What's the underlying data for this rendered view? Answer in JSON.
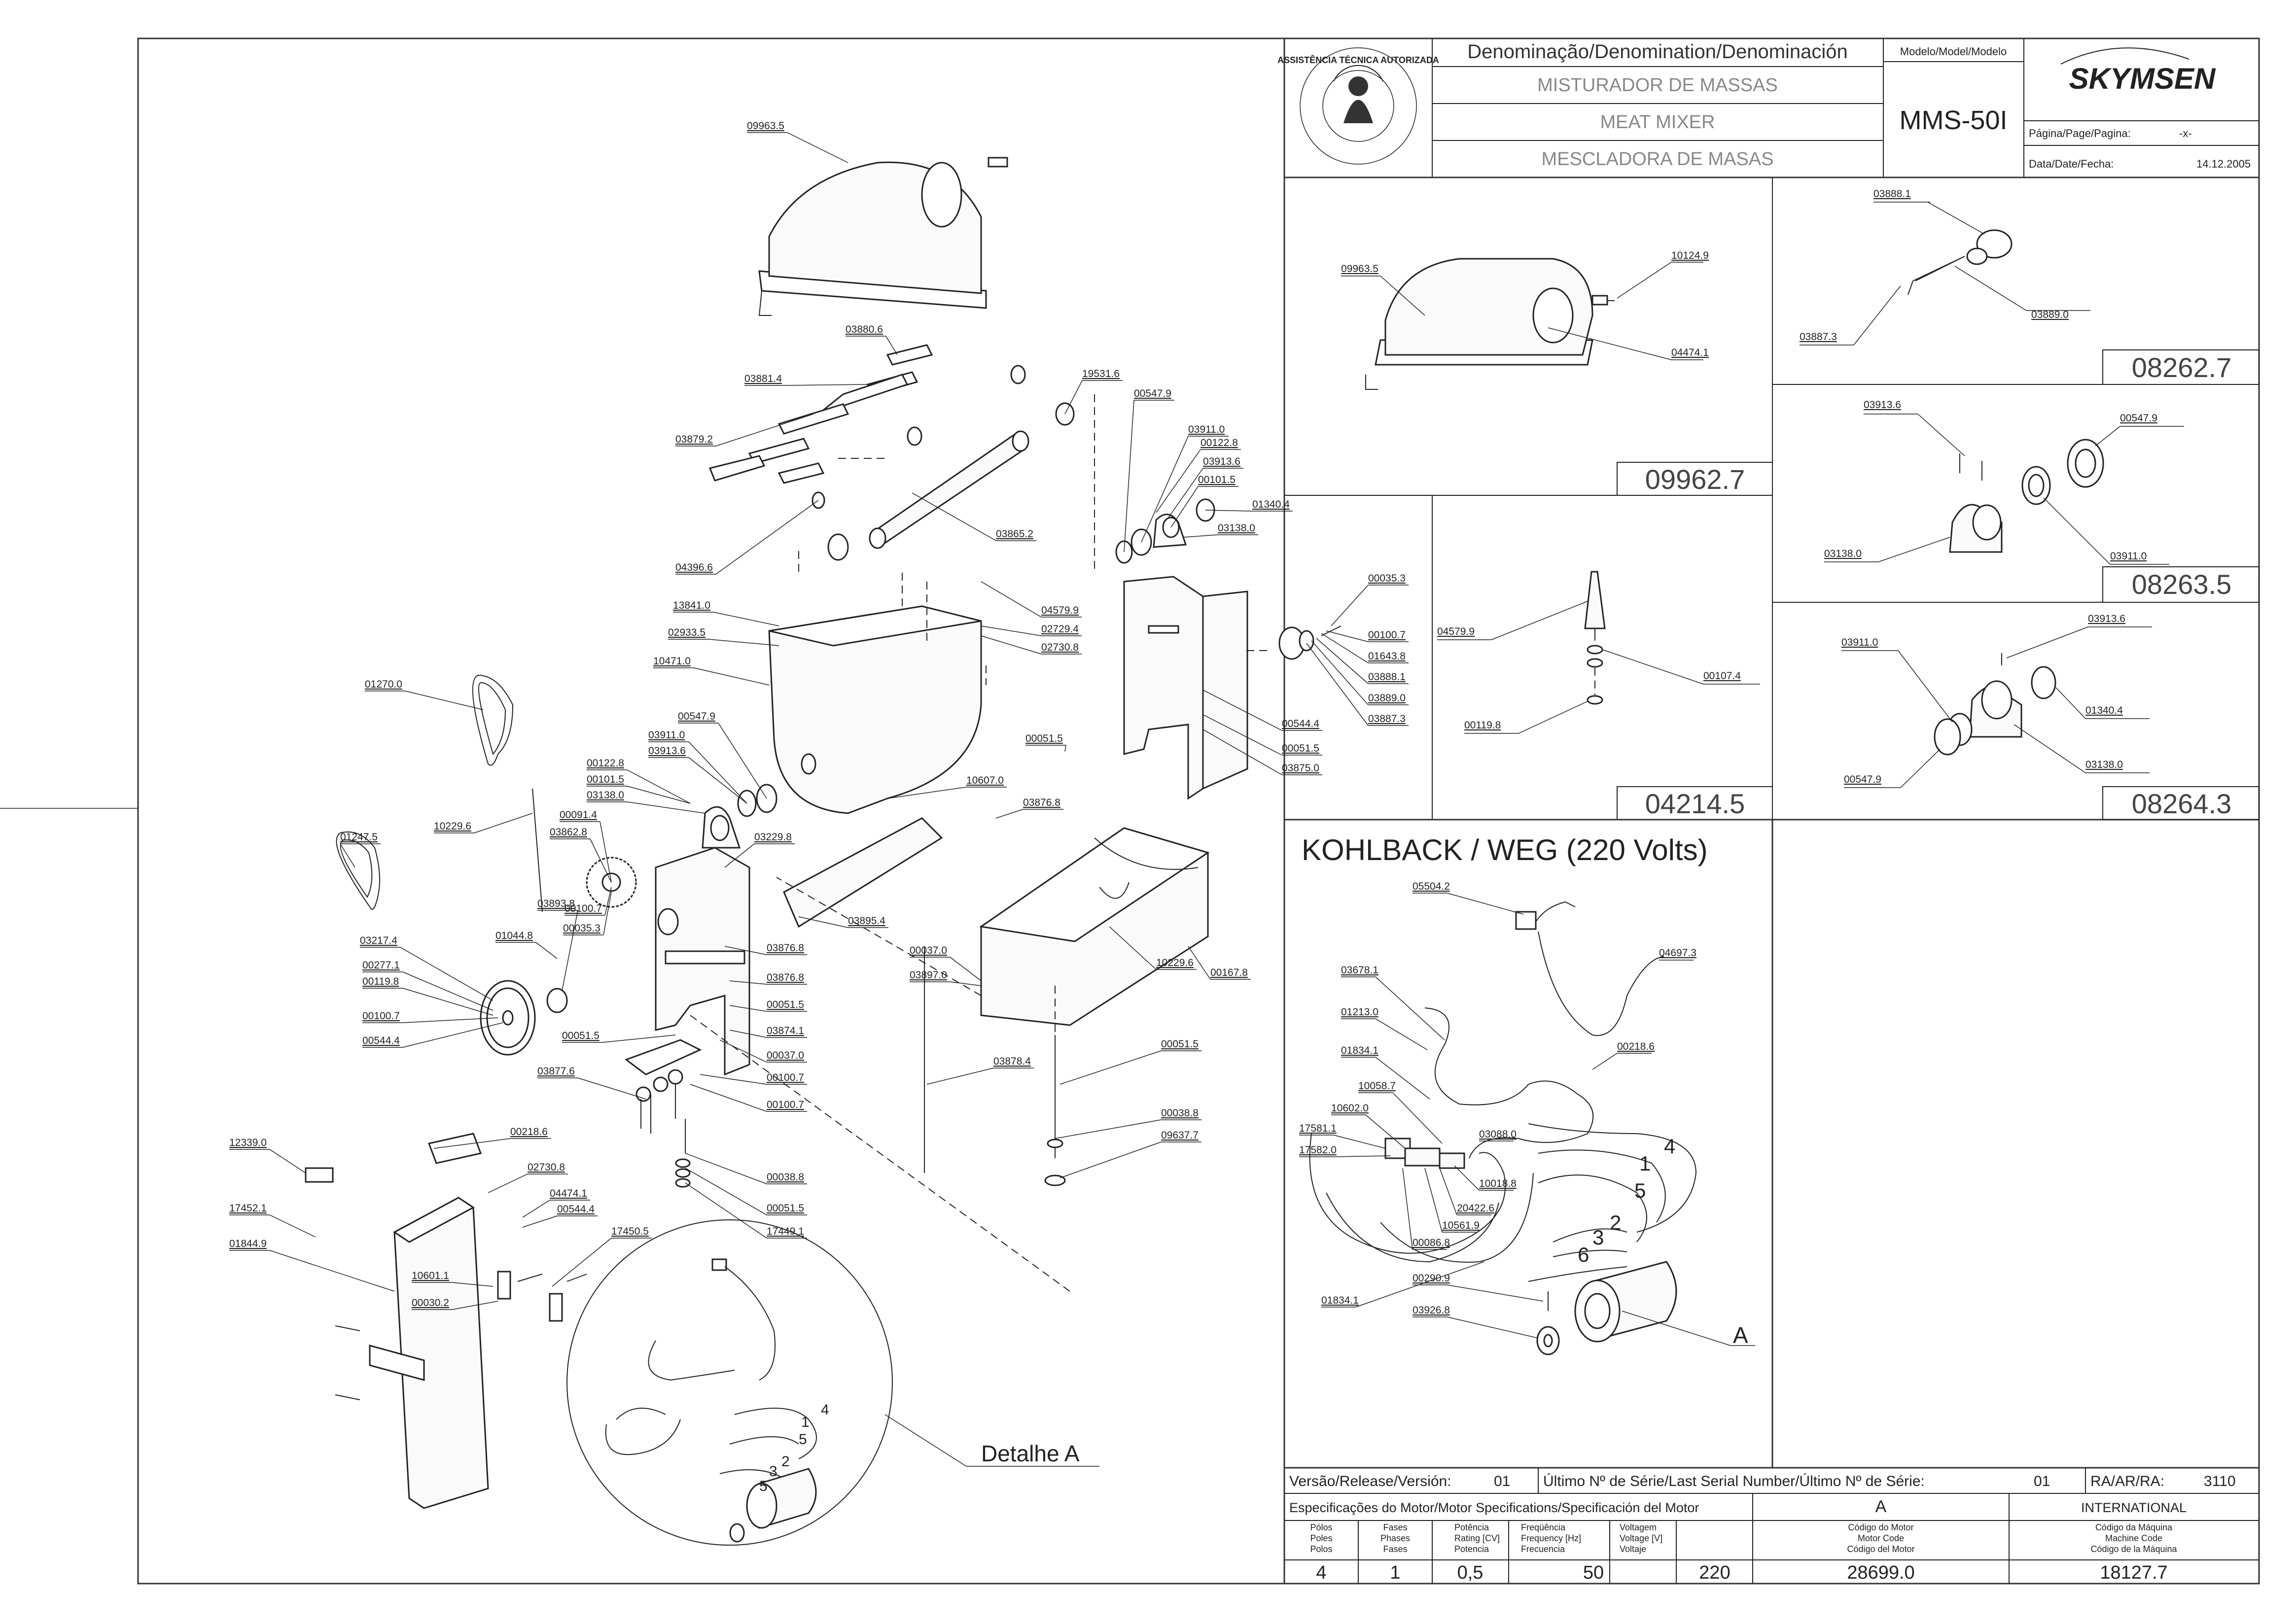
{
  "title_block": {
    "denomination_label": "Denominação/Denomination/Denominación",
    "model_label": "Modelo/Model/Modelo",
    "name_pt": "MISTURADOR DE MASSAS",
    "name_en": "MEAT MIXER",
    "name_es": "MESCLADORA DE MASAS",
    "model": "MMS-50I",
    "brand": "SKYMSEN",
    "page_label": "Página/Page/Pagina:",
    "page_value": "-x-",
    "date_label": "Data/Date/Fecha:",
    "date_value": "14.12.2005",
    "seal_text": "ASSISTÊNCIA TÉCNICA AUTORIZADA"
  },
  "kits": [
    {
      "code": "09962.7",
      "parts": [
        "09963.5",
        "10124.9",
        "04474.1"
      ]
    },
    {
      "code": "08262.7",
      "parts": [
        "03888.1",
        "03887.3",
        "03889.0"
      ]
    },
    {
      "code": "08263.5",
      "parts": [
        "03913.6",
        "00547.9",
        "03138.0",
        "03911.0"
      ]
    },
    {
      "code": "04214.5",
      "parts": [
        "04579.9",
        "00107.4",
        "00119.8"
      ]
    },
    {
      "code": "08264.3",
      "parts": [
        "03911.0",
        "03913.6",
        "01340.4",
        "00547.9",
        "03138.0"
      ]
    }
  ],
  "motor_panel": {
    "title": "KOHLBACK / WEG (220 Volts)",
    "labels": [
      "05504.2",
      "04697.3",
      "03678.1",
      "01213.0",
      "01834.1",
      "10058.7",
      "10602.0",
      "17581.1",
      "17582.0",
      "00218.6",
      "03088.0",
      "10018.8",
      "20422.6",
      "10561.9",
      "00086.8",
      "00290.9",
      "03926.8",
      "01834.1"
    ],
    "wire_numbers": [
      "4",
      "1",
      "5",
      "2",
      "3",
      "6"
    ],
    "motor_letter": "A"
  },
  "main_labels": [
    "09963.5",
    "03880.6",
    "19531.6",
    "03881.4",
    "00547.9",
    "03911.0",
    "00122.8",
    "03913.6",
    "00101.5",
    "01340.4",
    "03138.0",
    "03879.2",
    "04396.6",
    "03865.2",
    "04579.9",
    "02729.4",
    "02730.8",
    "13841.0",
    "02933.5",
    "10471.0",
    "00035.3",
    "00100.7",
    "01643.8",
    "03888.1",
    "03889.0",
    "03887.3",
    "00544.4",
    "00051.5",
    "03875.0",
    "01270.0",
    "00547.9",
    "03911.0",
    "03913.6",
    "00122.8",
    "00101.5",
    "03138.0",
    "00091.4",
    "03862.8",
    "10607.0",
    "00051.5",
    "03876.8",
    "10229.6",
    "03229.8",
    "01247.5",
    "03893.8",
    "00100.7",
    "00035.3",
    "01044.8",
    "03895.4",
    "03876.8",
    "03217.4",
    "00277.1",
    "00119.8",
    "00100.7",
    "00544.4",
    "00051.5",
    "03876.8",
    "00051.5",
    "03874.1",
    "00037.0",
    "00100.7",
    "03877.6",
    "00100.7",
    "00037.0",
    "03897.0",
    "00167.8",
    "10229.6",
    "03878.4",
    "00051.5",
    "00038.8",
    "09637.7",
    "12339.0",
    "00218.6",
    "02730.8",
    "04474.1",
    "00544.4",
    "17452.1",
    "17450.5",
    "01844.9",
    "10601.1",
    "00030.2",
    "00038.8",
    "00051.5",
    "17449.1"
  ],
  "detail": {
    "caption": "Detalhe A",
    "wire_numbers": [
      "4",
      "1",
      "5",
      "2",
      "3",
      "5"
    ]
  },
  "footer": {
    "version_label": "Versão/Release/Versión:",
    "version_value": "01",
    "serial_label": "Último Nº de Série/Last Serial Number/Último Nº de Série:",
    "serial_value": "01",
    "ra_label": "RA/AR/RA:",
    "ra_value": "3110",
    "spec_label": "Especificações do Motor/Motor Specifications/Specificación del Motor",
    "motor_letter": "A",
    "international": "INTERNATIONAL",
    "headers": {
      "poles": [
        "Pólos",
        "Poles",
        "Polos"
      ],
      "phases": [
        "Fases",
        "Phases",
        "Fases"
      ],
      "power": [
        "Potência",
        "Rating [CV]",
        "Potencia"
      ],
      "frequency": [
        "Freqüência",
        "Frequency [Hz]",
        "Frecuencia"
      ],
      "voltage": [
        "Voltagem",
        "Voltage [V]",
        "Voltaje"
      ],
      "motor_code": [
        "Código do Motor",
        "Motor Code",
        "Código del Motor"
      ],
      "machine_code": [
        "Código da Máquina",
        "Machine Code",
        "Código de la Máquina"
      ]
    },
    "values": {
      "poles": "4",
      "phases": "1",
      "power": "0,5",
      "frequency": "50",
      "voltage": "220",
      "motor_code": "28699.0",
      "machine_code": "18127.7"
    }
  }
}
